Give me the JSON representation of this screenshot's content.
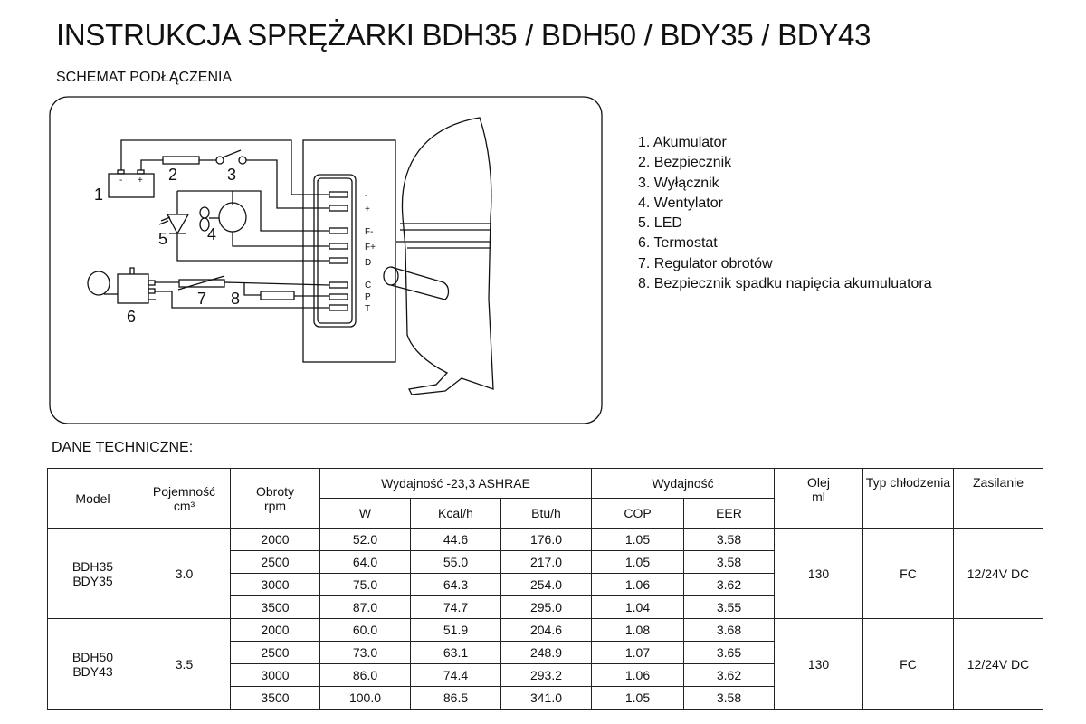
{
  "title": "INSTRUKCJA SPRĘŻARKI BDH35 / BDH50 / BDY35 / BDY43",
  "schematic_heading": "SCHEMAT PODŁĄCZENIA",
  "diagram": {
    "numbers": [
      "1",
      "2",
      "3",
      "4",
      "5",
      "6",
      "7",
      "8"
    ],
    "battery_terminals": [
      "-",
      "+"
    ],
    "terminal_labels": [
      "-",
      "+",
      "F-",
      "F+",
      "D",
      "C",
      "P",
      "T"
    ]
  },
  "legend": [
    "1. Akumulator",
    "2. Bezpiecznik",
    "3. Wyłącznik",
    "4. Wentylator",
    "5. LED",
    "6. Termostat",
    "7. Regulator obrotów",
    "8. Bezpiecznik spadku napięcia akumuluatora"
  ],
  "tech_heading": "DANE TECHNICZNE:",
  "table": {
    "headers": {
      "model": "Model",
      "capacity": "Pojemność",
      "capacity_unit": "cm³",
      "speed": "Obroty",
      "speed_unit": "rpm",
      "capacity_group": "Wydajność -23,3 ASHRAE",
      "w": "W",
      "kcal": "Kcal/h",
      "btu": "Btu/h",
      "efficiency_group": "Wydajność",
      "cop": "COP",
      "eer": "EER",
      "oil": "Olej",
      "oil_unit": "ml",
      "cooling": "Typ chłodzenia",
      "power": "Zasilanie"
    },
    "groups": [
      {
        "model": "BDH35\nBDY35",
        "capacity": "3.0",
        "oil": "130",
        "cooling": "FC",
        "power": "12/24V DC",
        "rows": [
          [
            "2000",
            "52.0",
            "44.6",
            "176.0",
            "1.05",
            "3.58"
          ],
          [
            "2500",
            "64.0",
            "55.0",
            "217.0",
            "1.05",
            "3.58"
          ],
          [
            "3000",
            "75.0",
            "64.3",
            "254.0",
            "1.06",
            "3.62"
          ],
          [
            "3500",
            "87.0",
            "74.7",
            "295.0",
            "1.04",
            "3.55"
          ]
        ]
      },
      {
        "model": "BDH50\nBDY43",
        "capacity": "3.5",
        "oil": "130",
        "cooling": "FC",
        "power": "12/24V DC",
        "rows": [
          [
            "2000",
            "60.0",
            "51.9",
            "204.6",
            "1.08",
            "3.68"
          ],
          [
            "2500",
            "73.0",
            "63.1",
            "248.9",
            "1.07",
            "3.65"
          ],
          [
            "3000",
            "86.0",
            "74.4",
            "293.2",
            "1.06",
            "3.62"
          ],
          [
            "3500",
            "100.0",
            "86.5",
            "341.0",
            "1.05",
            "3.58"
          ]
        ]
      }
    ]
  }
}
